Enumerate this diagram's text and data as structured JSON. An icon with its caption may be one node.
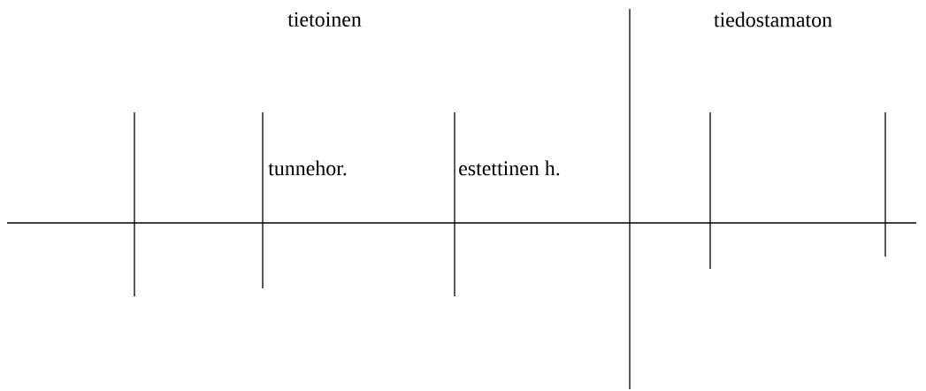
{
  "diagram": {
    "labels": [
      "tietoinen",
      "tiedostamaton",
      "tunnehor.",
      "estettinen h."
    ]
  }
}
